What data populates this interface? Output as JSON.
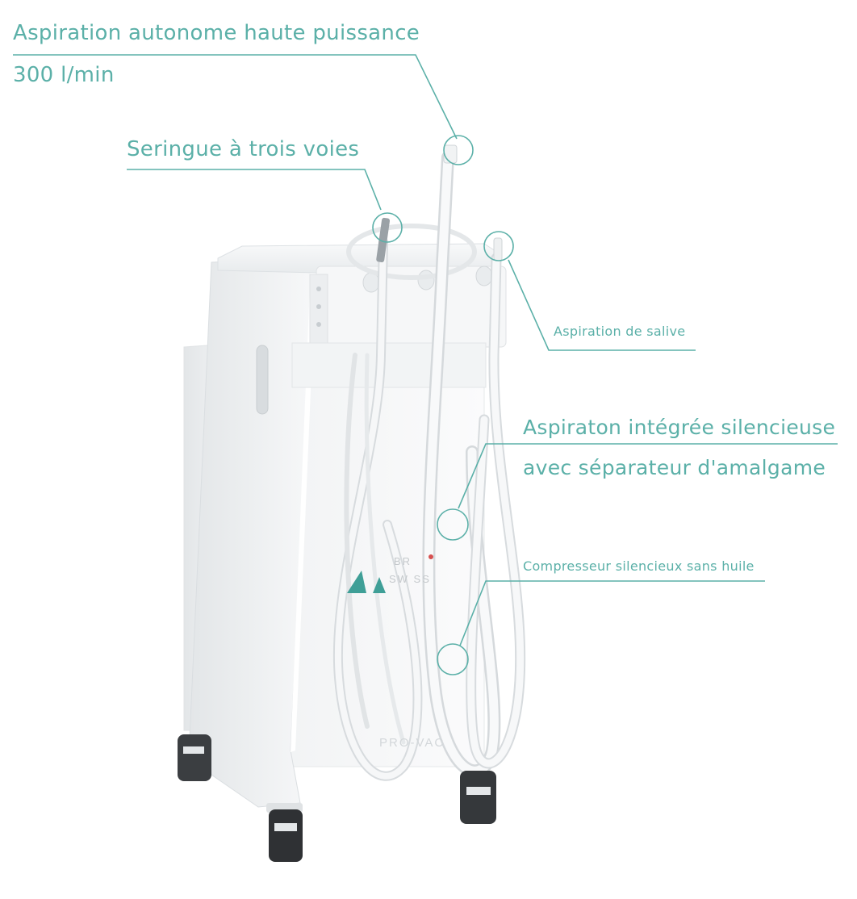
{
  "callouts": {
    "aspiration_line1": "Aspiration autonome haute puissance",
    "aspiration_line2": "300 l/min",
    "seringue": "Seringue à trois voies",
    "salive": "Aspiration de salive",
    "integree_line1": "Aspiraton intégrée silencieuse",
    "integree_line2": "avec séparateur d'amalgame",
    "compresseur": "Compresseur silencieux sans huile"
  },
  "product": {
    "brand_line1": "BR",
    "brand_line2": "SW SS",
    "model": "PRO-VAC"
  },
  "colors": {
    "accent": "#5bb0a8",
    "cabinet": "#f4f5f6",
    "wheel": "#2f3134"
  }
}
